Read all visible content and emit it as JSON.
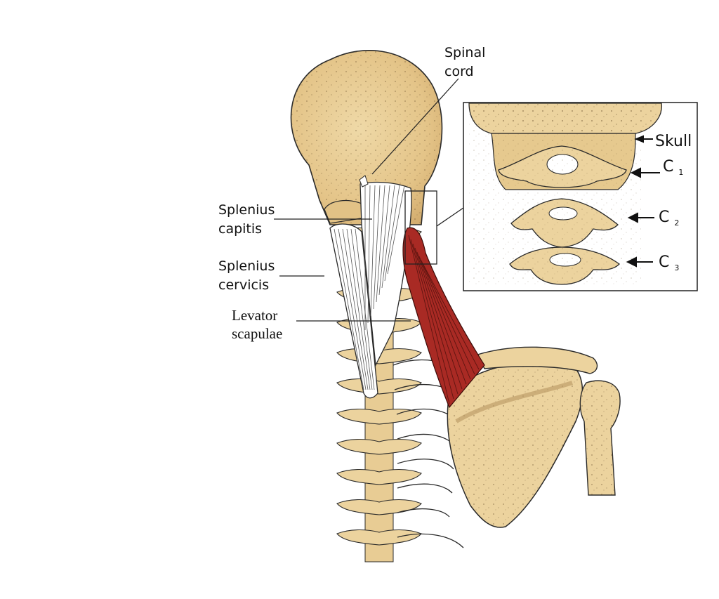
{
  "labels": {
    "spinal_cord_line1": "Spinal",
    "spinal_cord_line2": "cord",
    "splenius_capitis_line1": "Splenius",
    "splenius_capitis_line2": "capitis",
    "splenius_cervicis_line1": "Splenius",
    "splenius_cervicis_line2": "cervicis",
    "levator_line1": "Levator",
    "levator_line2": "scapulae"
  },
  "inset": {
    "skull": "Skull",
    "c1_letter": "C",
    "c1_sub": "1",
    "c2_letter": "C",
    "c2_sub": "2",
    "c3_letter": "C",
    "c3_sub": "3"
  },
  "colors": {
    "bone": "#ecd39e",
    "bone_shade": "#d9b579",
    "muscle_red": "#a92a24",
    "muscle_white": "#ffffff",
    "outline": "#2a2a2a"
  }
}
